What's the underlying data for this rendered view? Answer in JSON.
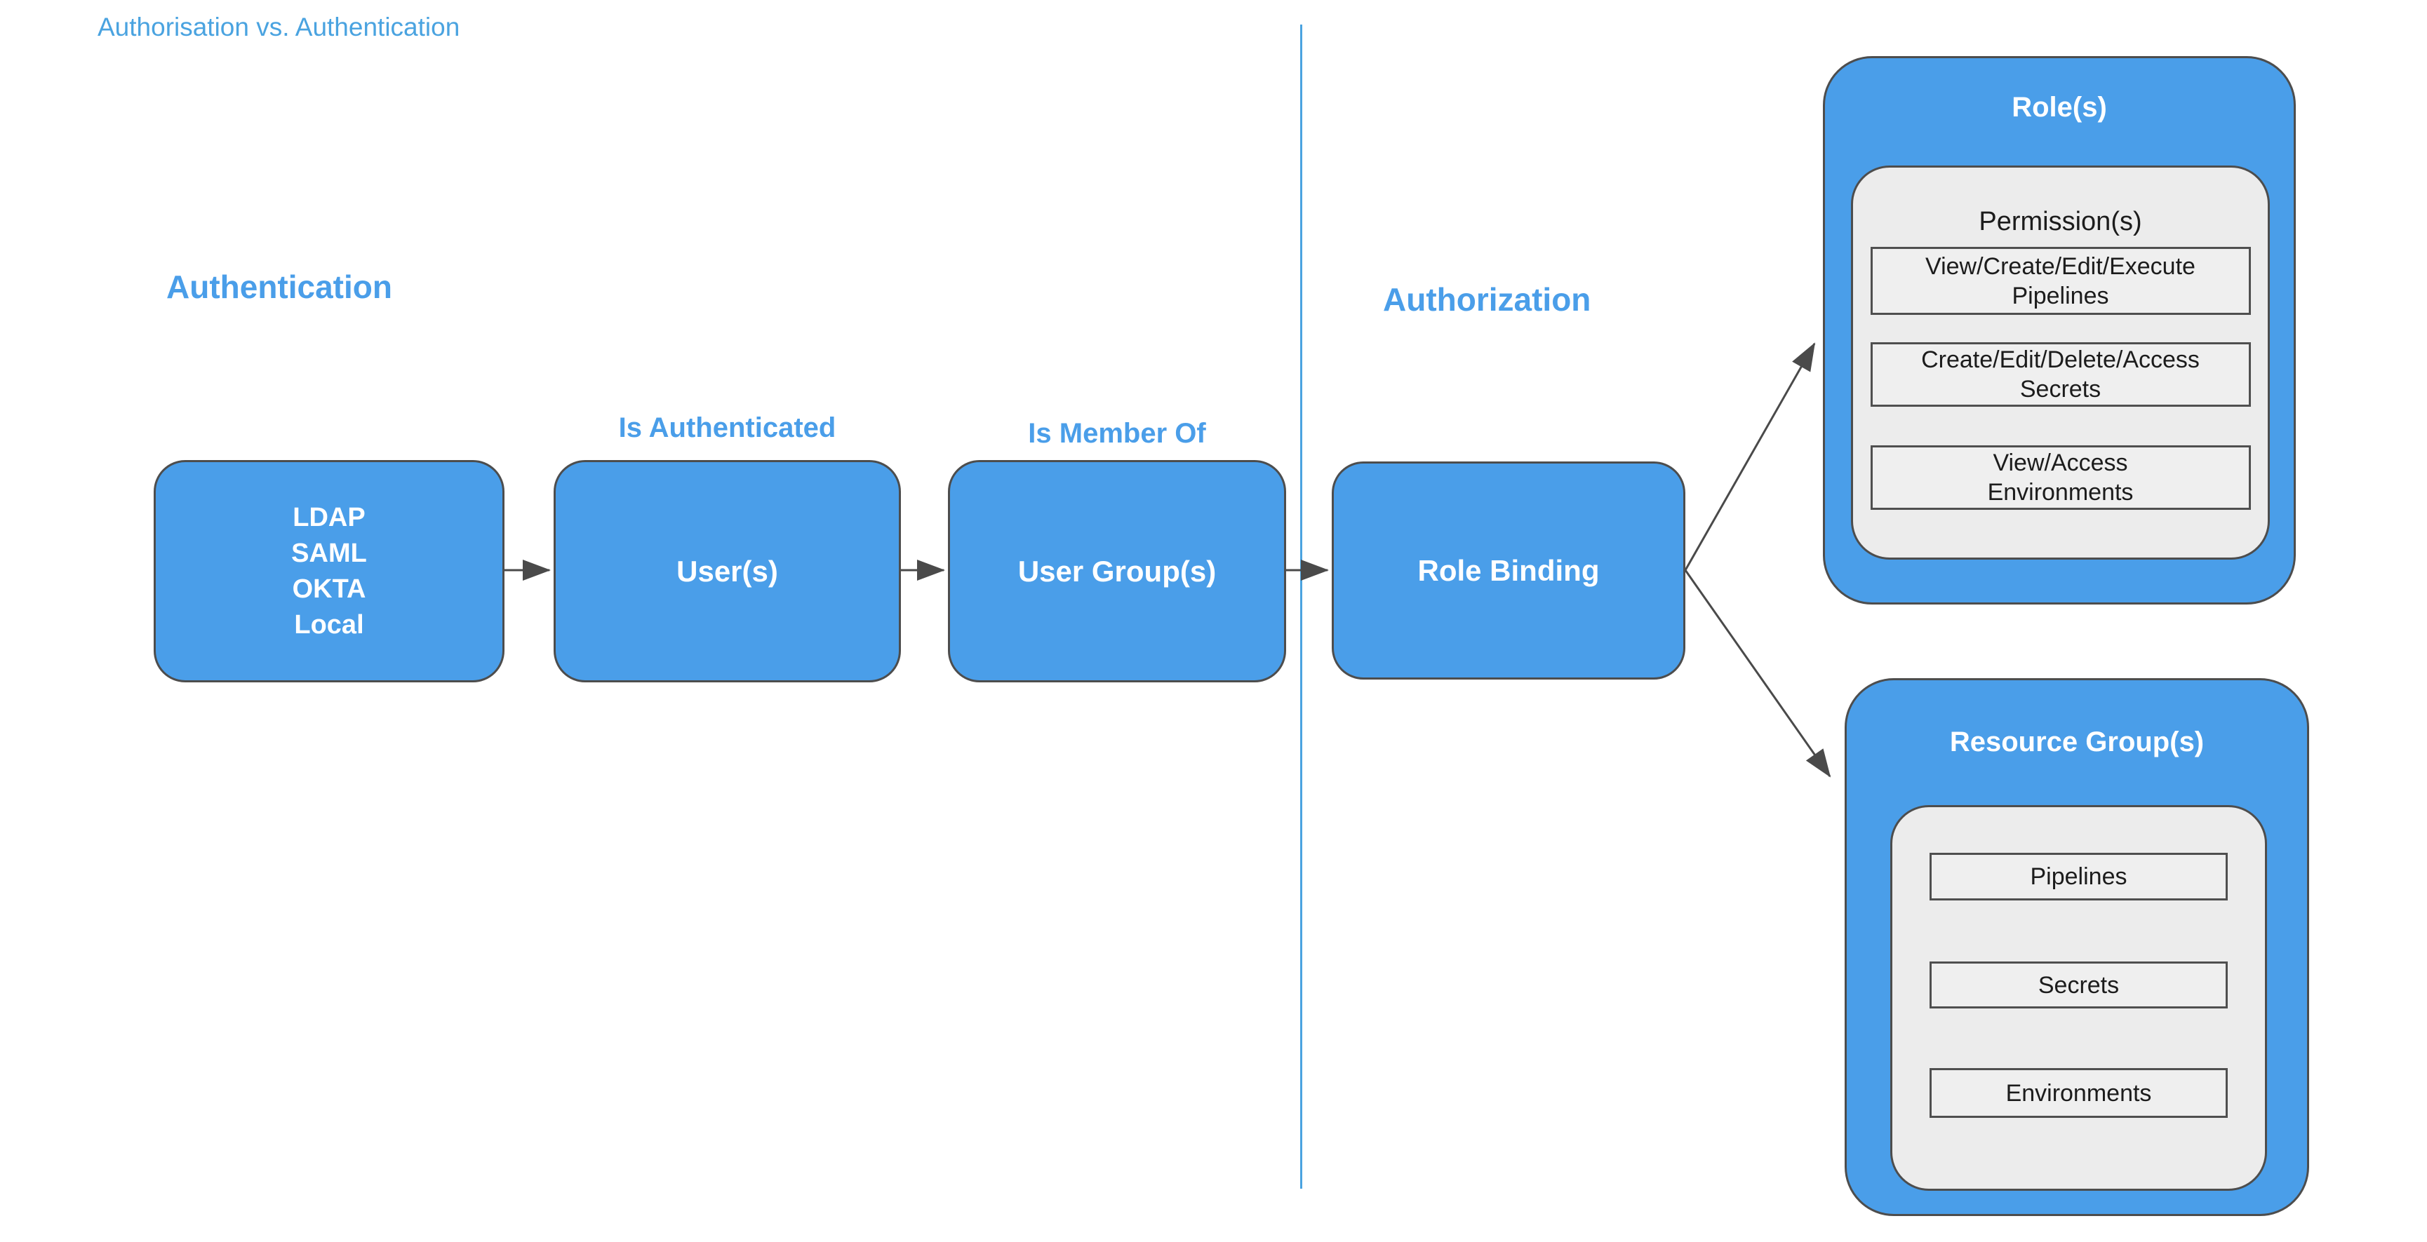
{
  "page": {
    "title": "Authorisation vs. Authentication"
  },
  "flow": {
    "authentication": {
      "heading": "Authentication",
      "idp_node": {
        "lines": [
          "LDAP",
          "SAML",
          "OKTA",
          "Local"
        ]
      },
      "users_node": {
        "label": "User(s)"
      },
      "user_groups_node": {
        "label": "User Group(s)"
      },
      "edge_is_authenticated": {
        "label": "Is Authenticated"
      },
      "edge_is_member_of": {
        "label": "Is Member Of"
      }
    },
    "authorization": {
      "heading": "Authorization",
      "role_binding_node": {
        "label": "Role Binding"
      },
      "roles_container": {
        "title": "Role(s)",
        "permissions": {
          "title": "Permission(s)",
          "items": [
            [
              "View/Create/Edit/Execute",
              "Pipelines"
            ],
            [
              "Create/Edit/Delete/Access",
              "Secrets"
            ],
            [
              "View/Access",
              "Environments"
            ]
          ]
        }
      },
      "resource_groups_container": {
        "title": "Resource Group(s)",
        "items": [
          "Pipelines",
          "Secrets",
          "Environments"
        ]
      }
    }
  },
  "colors": {
    "node_fill": "#4a9ee9",
    "node_border": "#4d4d4d",
    "node_text": "#ffffff",
    "heading_text": "#4a9ee9",
    "page_title_text": "#4aa3e0",
    "divider": "#4aa3e0",
    "arrow": "#4a4a4a",
    "container_inner_fill": "#ececec",
    "item_fill": "#efefef",
    "item_border": "#4f4f4f",
    "item_text": "#1c1c1c"
  }
}
